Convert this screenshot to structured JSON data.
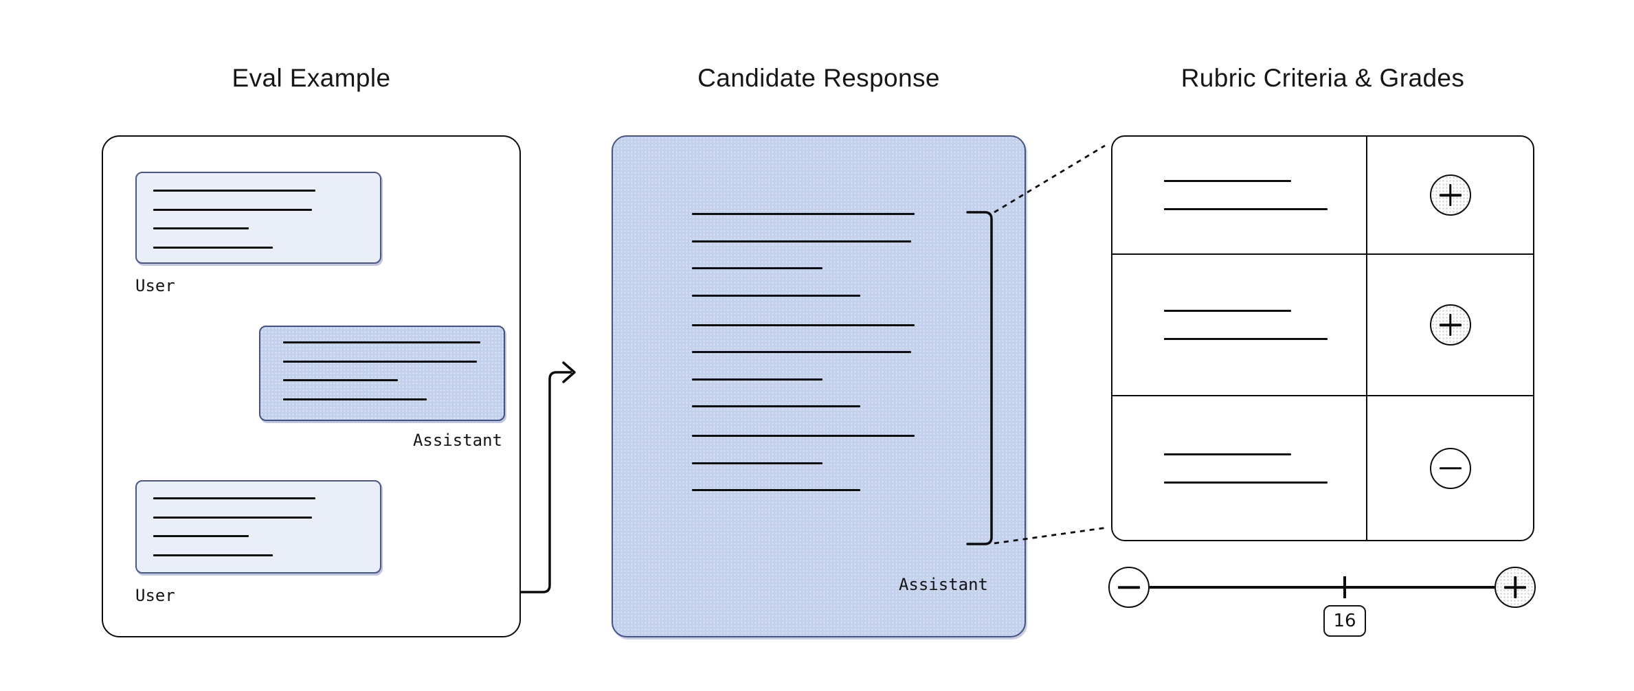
{
  "titles": {
    "eval_example": "Eval Example",
    "candidate_response": "Candidate Response",
    "rubric": "Rubric Criteria & Grades"
  },
  "eval_example": {
    "messages": [
      {
        "role": "User",
        "alignment": "left",
        "redacted_line_widths": [
          236,
          231,
          139,
          174
        ]
      },
      {
        "role": "Assistant",
        "alignment": "right",
        "redacted_line_widths": [
          287,
          282,
          167,
          209
        ]
      },
      {
        "role": "User",
        "alignment": "left",
        "redacted_line_widths": [
          236,
          231,
          139,
          174
        ]
      }
    ]
  },
  "candidate_response": {
    "author_label": "Assistant",
    "redacted_line_groups": [
      [
        324,
        319,
        190,
        245
      ],
      [
        324,
        319,
        190,
        245
      ],
      [
        324,
        190,
        245
      ]
    ]
  },
  "rubric": {
    "criteria": [
      {
        "redacted_line_widths": [
          185,
          238
        ],
        "grade": "plus"
      },
      {
        "redacted_line_widths": [
          185,
          238
        ],
        "grade": "plus"
      },
      {
        "redacted_line_widths": [
          185,
          238
        ],
        "grade": "minus"
      }
    ]
  },
  "score_slider": {
    "value": "16",
    "left_icon": "minus",
    "right_icon": "plus"
  },
  "colors": {
    "user_bubble_fill": "#e9eef9",
    "user_bubble_border": "#47568c",
    "assistant_fill": "#c3d1ec",
    "assistant_border": "#3e5288",
    "line_color": "#0d0d0d"
  }
}
